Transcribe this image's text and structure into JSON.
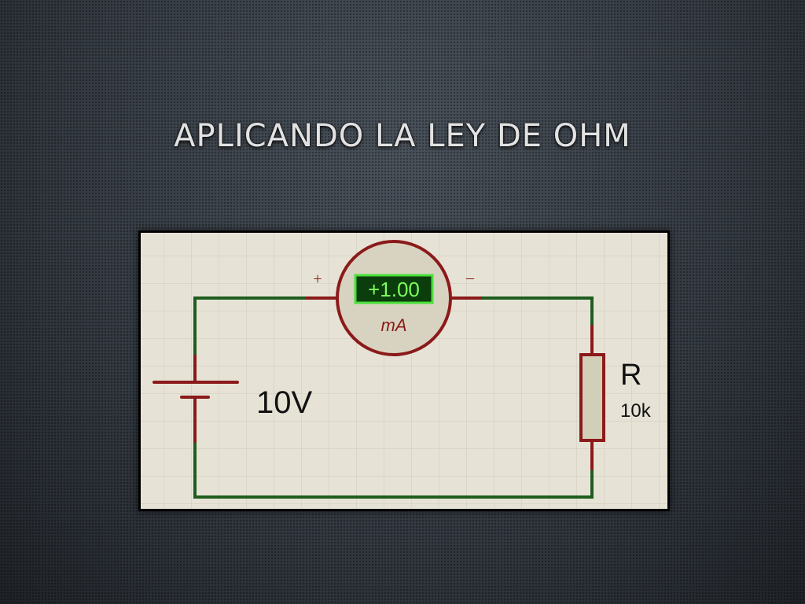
{
  "slide": {
    "title": "APLICANDO LA LEY DE OHM"
  },
  "circuit": {
    "battery": {
      "label": "10V"
    },
    "ammeter": {
      "reading": "+1.00",
      "unit": "mA",
      "plus_sign": "+",
      "minus_sign": "–"
    },
    "resistor": {
      "name": "R",
      "value": "10k"
    }
  },
  "colors": {
    "wire": "#1f5d1f",
    "component": "#8b1a1a",
    "grid_paper": "#e6e3d6",
    "grid_line": "#cfcbbc",
    "lcd_background": "#0c3d0c",
    "lcd_text": "#7cff5a",
    "lcd_border": "#49e03a",
    "meter_fill": "#d8d3c0",
    "resistor_fill": "#d2cfb8",
    "label_text": "#111111"
  }
}
